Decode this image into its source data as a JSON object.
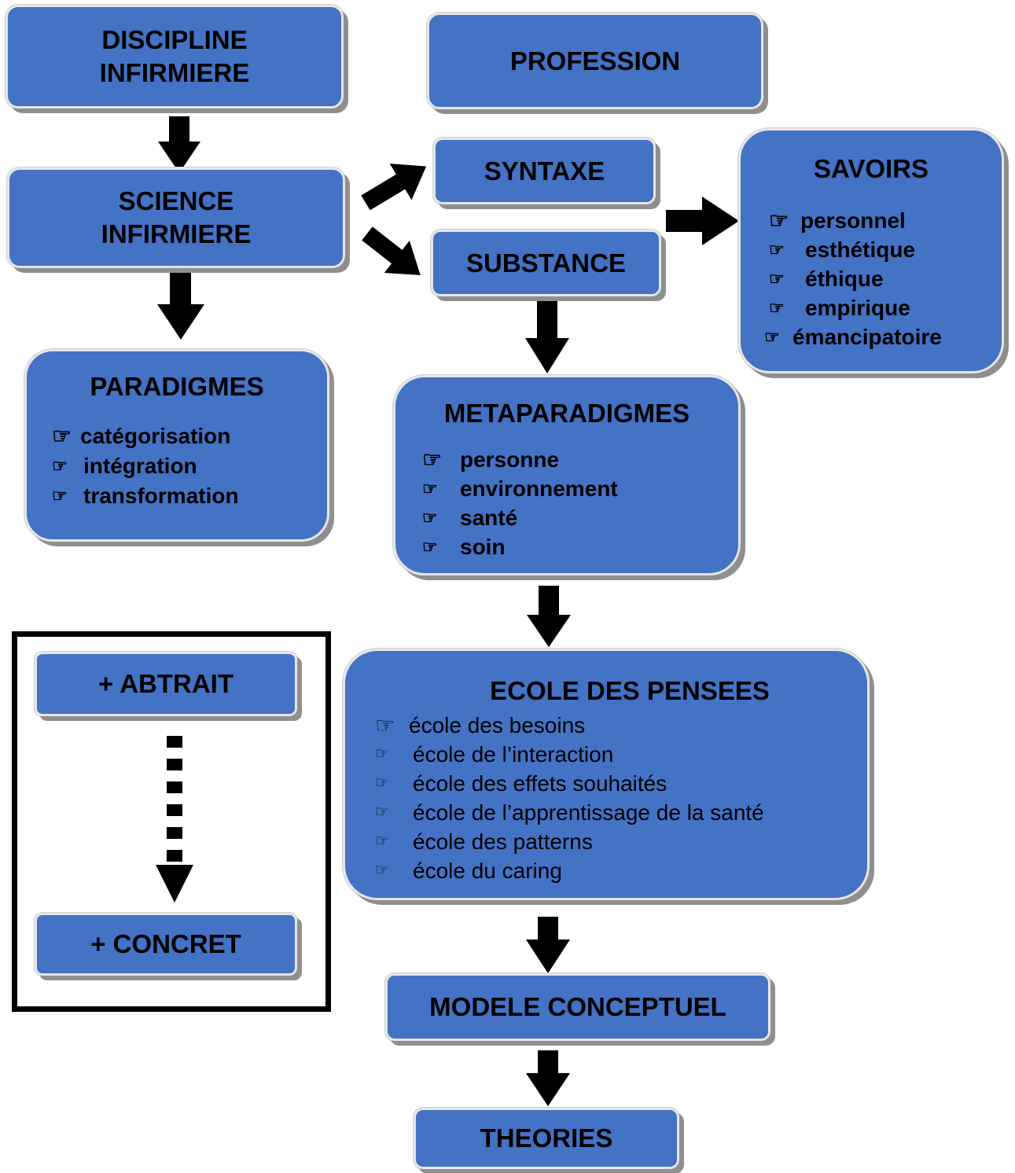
{
  "boxes": {
    "discipline": "DISCIPLINE\nINFIRMIERE",
    "profession": "PROFESSION",
    "science": "SCIENCE\nINFIRMIERE",
    "syntaxe": "SYNTAXE",
    "substance": "SUBSTANCE",
    "savoirs": {
      "title": "SAVOIRS",
      "items": [
        "personnel",
        "esthétique",
        "éthique",
        "empirique",
        "émancipatoire"
      ]
    },
    "paradigmes": {
      "title": "PARADIGMES",
      "items": [
        "catégorisation",
        "intégration",
        "transformation"
      ]
    },
    "metaparadigmes": {
      "title": "METAPARADIGMES",
      "items": [
        "personne",
        "environnement",
        "santé",
        "soin"
      ]
    },
    "ecole": {
      "title": "ECOLE DES PENSEES",
      "items": [
        "école des besoins",
        "école de l’interaction",
        "école des effets souhaités",
        "école de l’apprentissage de la santé",
        "école des patterns",
        "école du caring"
      ]
    },
    "modele": "MODELE CONCEPTUEL",
    "theories": "THEORIES"
  },
  "legend": {
    "top": "+ ABTRAIT",
    "bottom": "+ CONCRET"
  },
  "icon": "pointing-hand-icon",
  "colors": {
    "box_fill": "#4472c4",
    "box_border": "#e6e6e6",
    "arrow": "#000000"
  }
}
